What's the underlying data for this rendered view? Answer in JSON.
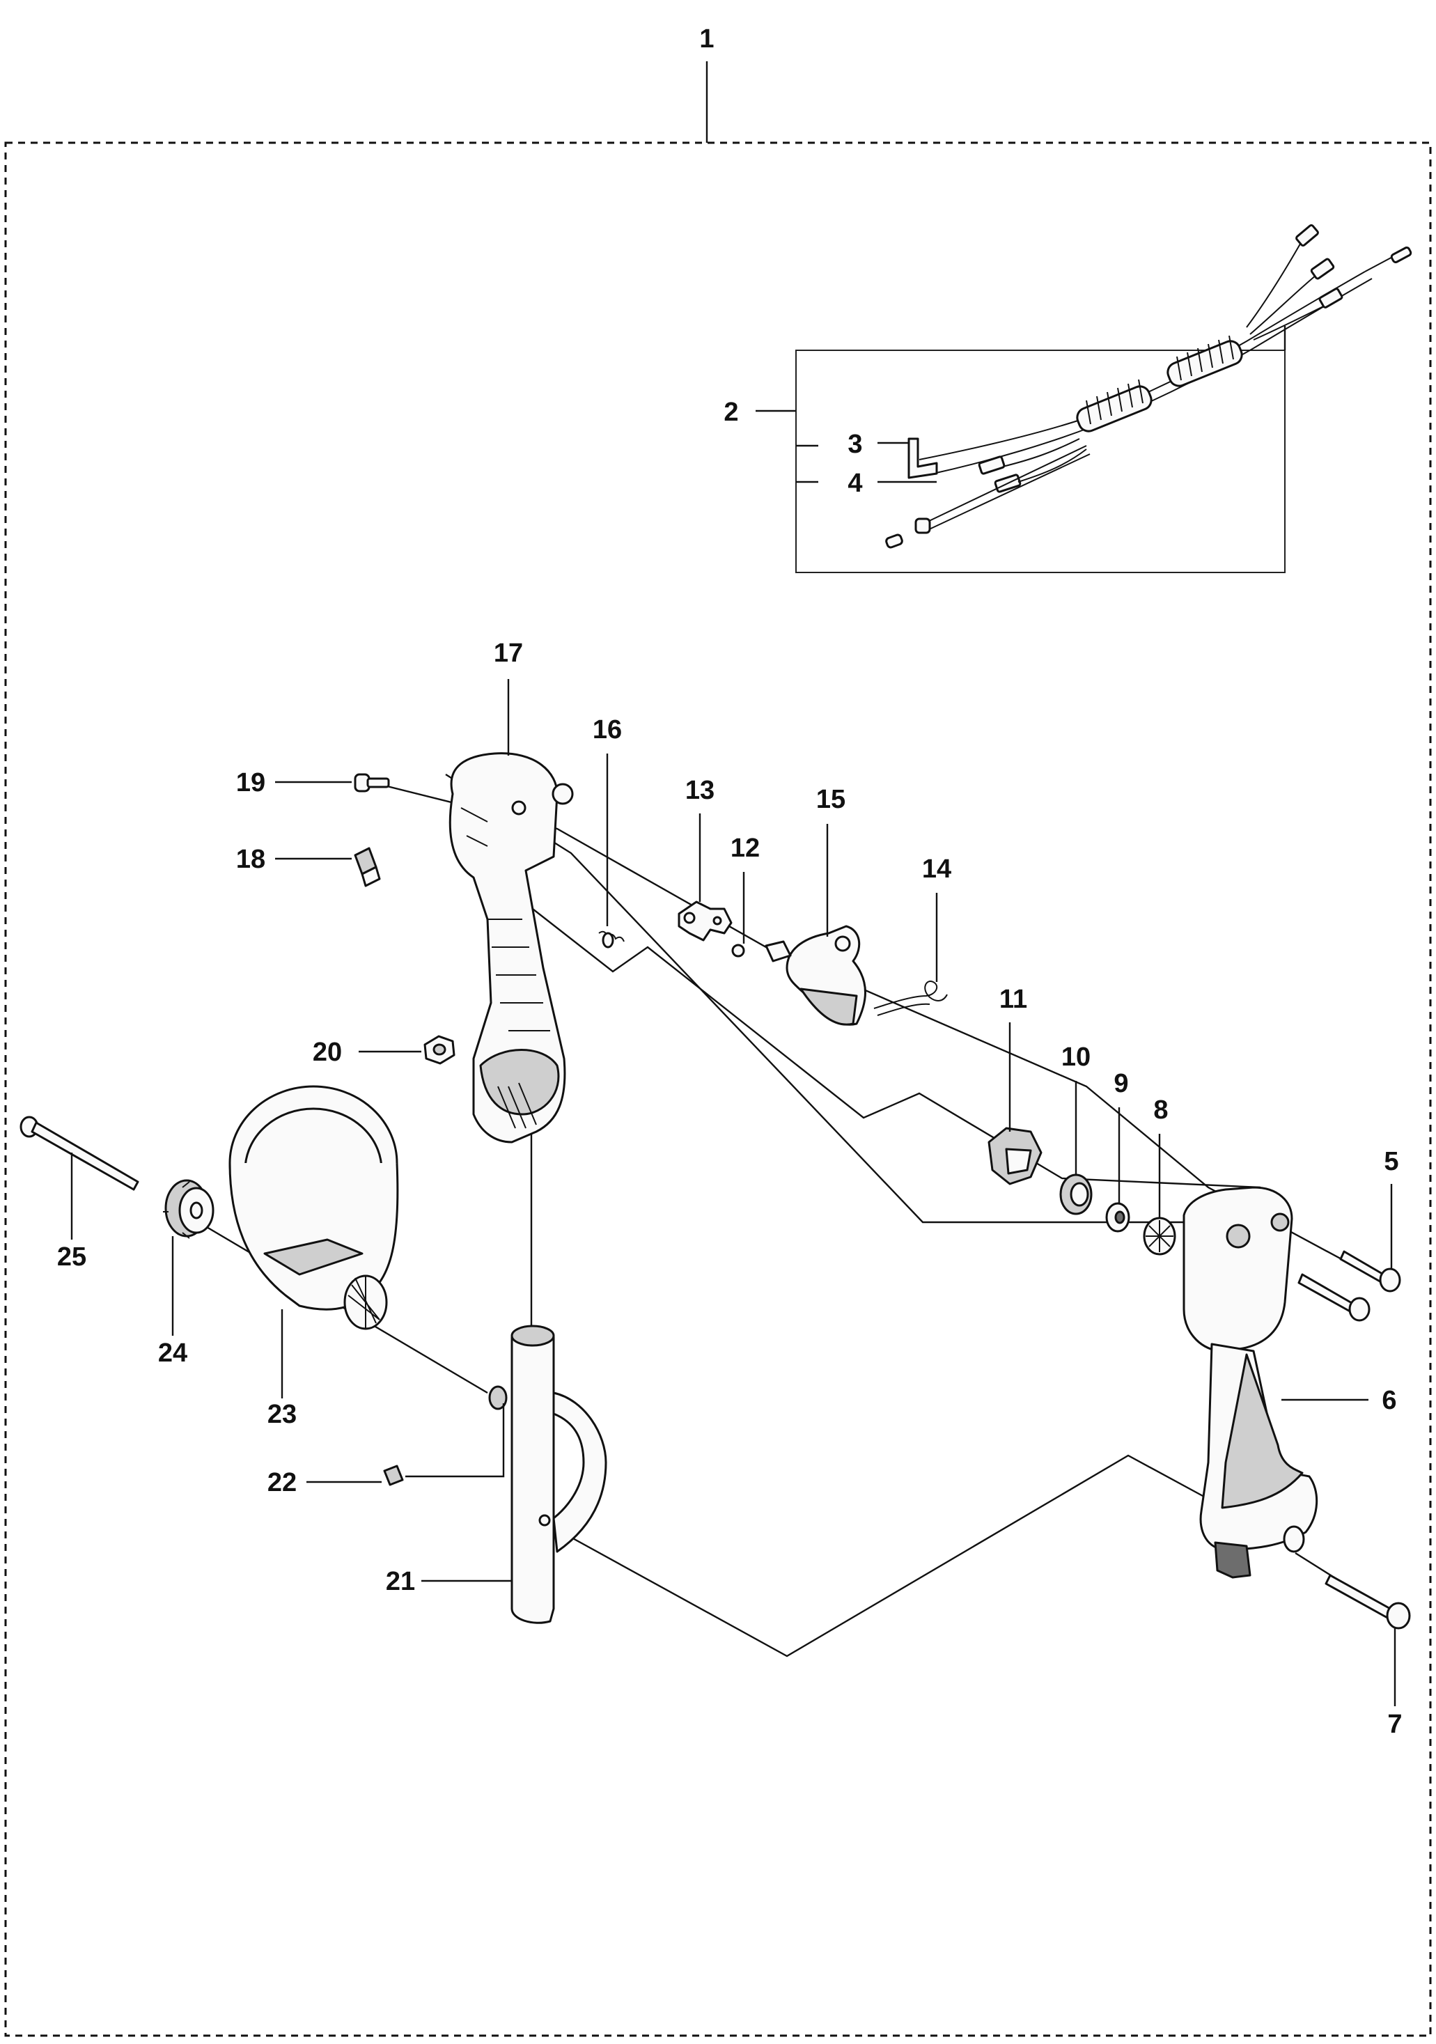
{
  "diagram": {
    "assembly_label": "1",
    "callouts": {
      "c2": "2",
      "c3": "3",
      "c4": "4",
      "c5": "5",
      "c6": "6",
      "c7": "7",
      "c8": "8",
      "c9": "9",
      "c10": "10",
      "c11": "11",
      "c12": "12",
      "c13": "13",
      "c14": "14",
      "c15": "15",
      "c16": "16",
      "c17": "17",
      "c18": "18",
      "c19": "19",
      "c20": "20",
      "c21": "21",
      "c22": "22",
      "c23": "23",
      "c24": "24",
      "c25": "25"
    }
  }
}
